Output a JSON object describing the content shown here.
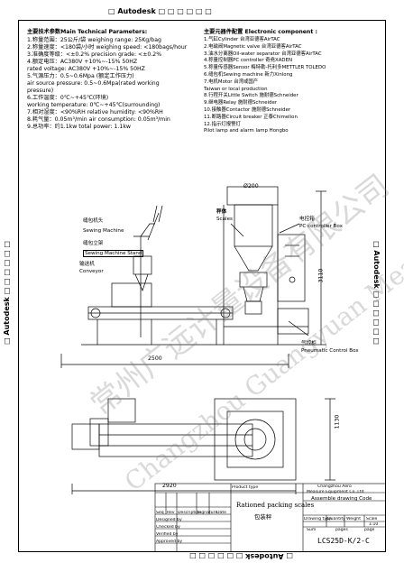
{
  "watermark": {
    "top": "□ Autodesk □ □ □ □ □ □",
    "bottom": "□ Autodesk □ □ □ □ □ □",
    "left": "□ Autodesk □ □ □ □ □ □",
    "right": "□ Autodesk □ □ □ □ □ □",
    "diag1": "常州广远计量设备有限公司",
    "diag2": "Changzhou Guangyuan Measuring"
  },
  "params": {
    "title": "主要技术参数Main Technical Parameters:",
    "lines": [
      "1.称量范围：25公斤/袋      weighing range: 25Kg/bag",
      "2.称量速度：<180袋/小时  weighing speed: <180bags/hour",
      "3.准确度等级：<±0.2%       precision grade: <±0.2%",
      "4.额定电压：AC380V  +10%~-15% 50HZ",
      "  rated voltage: AC380V  +10%~-15% 50HZ",
      "5.气源压力：0.5~0.6Mpa (额定工作压力)",
      "  air source pressure: 0.5~0.6Mpa(rated working",
      "  pressure)",
      "6.工作温度：0℃~+45℃(环境)",
      "  working temperature: 0℃~+45℃(surrounding)",
      "7.相对湿度：<90%RH     relative humidity: <90%RH",
      "8.耗气量：0.05m³/min   air consumption: 0.05m³/min",
      "9.总功率：约1.1kw        total power: 1.1kw"
    ]
  },
  "components": {
    "title": "主要元器件配置 Electronic component :",
    "lines": [
      "1.气缸Cylinder                台湾亚德客AirTAC",
      "2.电磁阀Magnetic valve        台湾亚德客AirTAC",
      "3.油水分离器Oil-water separator  台湾亚德客AirTAC",
      "4.称量控制器PC controller     奇堯XADEN",
      "5.称量传感器Sensor           梅特勒-托利多METTLER TOLEDO",
      "6.缝包机Sewing machine       新力Xinlong",
      "7.电机Motor                 台湾或国产",
      "                           Taiwan or local production",
      "8.行程开关Little Switch      施耐德Schneider",
      "9.继电器Relay               施耐德Schneider",
      "10.接触器Contactor          施耐德Schneider",
      "11.断路器Circuit breaker     正泰Chimelion",
      "12.指示灯报警灯",
      "   Pilot lamp and alarm lamp  Hongbo"
    ]
  },
  "labels": {
    "sewing_head_cn": "缝包机头",
    "sewing_head_en": "Sewing Machine",
    "sewing_stand_cn": "缝包立架",
    "sewing_stand_en": "Sewing Machine Stand",
    "conveyor_cn": "输送机",
    "conveyor_en": "Conveyor",
    "scales_cn": "秤体",
    "scales_en": "Scales",
    "electric_box_cn": "电控箱",
    "electric_box_en": "PC controller Box",
    "pneumatic_cn": "气控柜",
    "pneumatic_en": "Pneumatic Control Box"
  },
  "dims": {
    "d200": "Ø200",
    "d2500": "2500",
    "d3110": "3110",
    "d1130": "1130",
    "d2920": "2920"
  },
  "titleblock": {
    "product_type": "Product type",
    "company_cn": "Changzhou Aero",
    "company_en1": "Measure Equipment Co.,Ltd",
    "drawing_title": "Assemble drawing Code",
    "product_name_en": "Rationed packing scales",
    "product_name_cn": "包装秤",
    "col_seq": "Seq",
    "col_rev": "Rev",
    "col_desc": "Description",
    "col_signature": "Signature",
    "col_date": "Date",
    "row_designed": "Designed by",
    "row_checked": "Checked by",
    "row_verified": "Verified by",
    "row_approved": "Approved by",
    "h_drawing": "Drawing type",
    "h_quantity": "Quantity",
    "h_weight": "Weight",
    "h_scale": "Scale",
    "scale_value": "1:10",
    "h_sum": "Sum",
    "h_pages": "pages",
    "h_page": "page",
    "code": "LCS25D-K/2-C"
  }
}
